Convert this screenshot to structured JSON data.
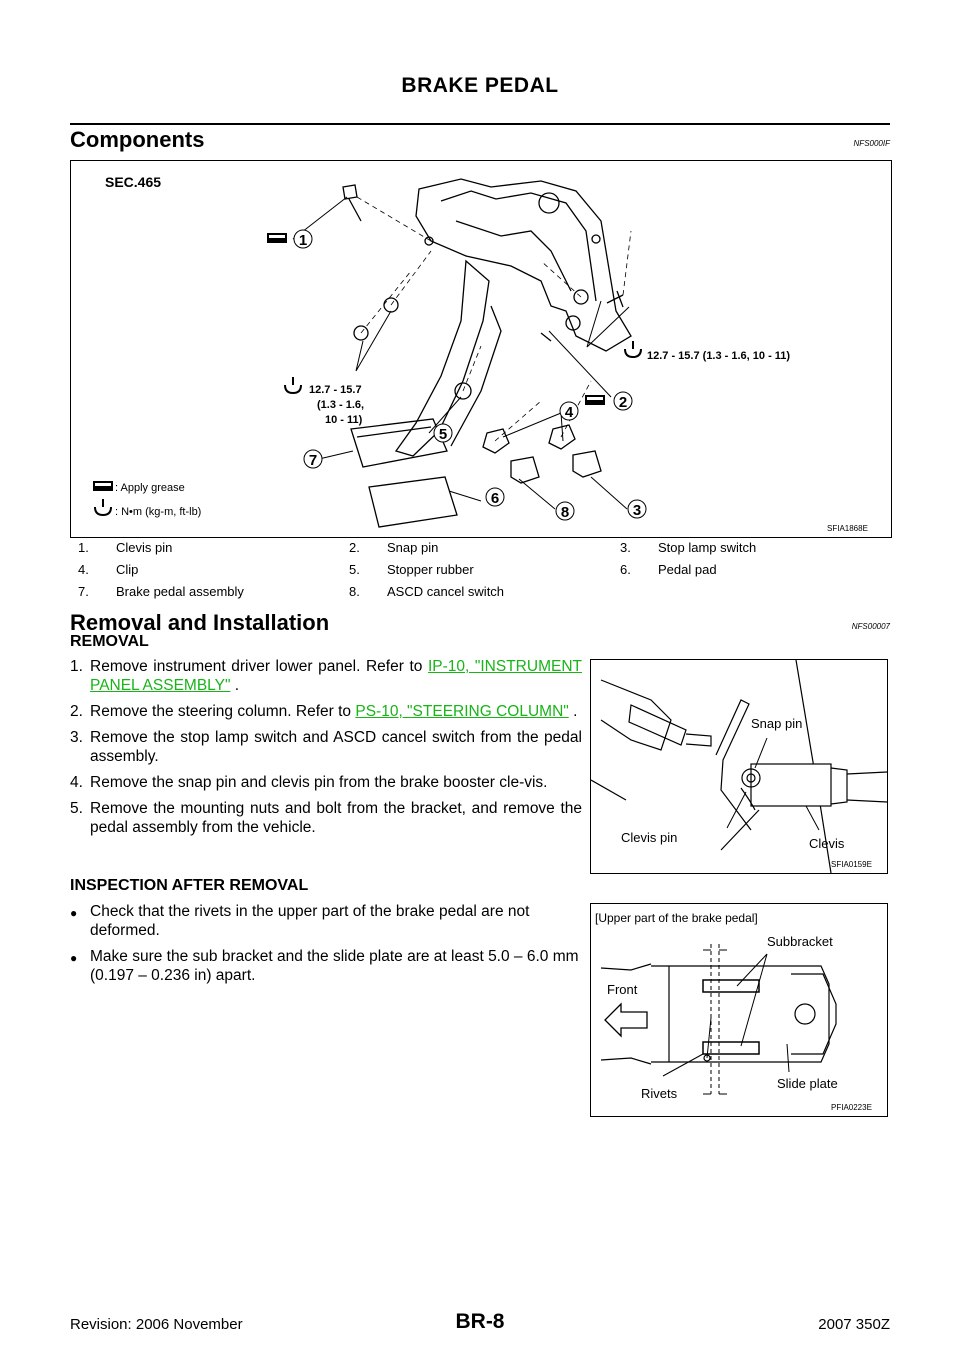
{
  "header": {
    "title": "BRAKE PEDAL"
  },
  "components": {
    "title": "Components",
    "code": "NFS000IF",
    "figure": {
      "sec": "SEC.465",
      "torque_right": "12.7 - 15.7 (1.3 - 1.6, 10 - 11)",
      "torque_left_1": "12.7 - 15.7",
      "torque_left_2": "(1.3 - 1.6,",
      "torque_left_3": "10 - 11)",
      "legend_grease": ": Apply grease",
      "legend_torque": ":  N•m  (kg-m,  ft-lb)",
      "callouts": [
        "1",
        "2",
        "3",
        "4",
        "5",
        "6",
        "7",
        "8"
      ],
      "id": "SFIA1868E"
    },
    "parts": [
      [
        "1.",
        "Clevis pin",
        "2.",
        "Snap pin",
        "3.",
        "Stop lamp switch"
      ],
      [
        "4.",
        "Clip",
        "5.",
        "Stopper rubber",
        "6.",
        "Pedal pad"
      ],
      [
        "7.",
        "Brake pedal assembly",
        "8.",
        "ASCD cancel switch",
        "",
        ""
      ]
    ]
  },
  "removal_installation": {
    "title": "Removal and Installation",
    "code": "NFS00007",
    "removal_heading": "REMOVAL",
    "steps": {
      "s1_num": "1.",
      "s1_pre": "Remove instrument driver lower panel. Refer to ",
      "s1_link": "IP-10, \"INSTRUMENT PANEL ASSEMBLY\"",
      "s1_post": " .",
      "s2_num": "2.",
      "s2_pre": "Remove the steering column. Refer to ",
      "s2_link": "PS-10, \"STEERING COLUMN\"",
      "s2_post": " .",
      "s3_num": "3.",
      "s3": "Remove the stop lamp switch and ASCD cancel switch from the pedal assembly.",
      "s4_num": "4.",
      "s4": "Remove the snap pin and clevis pin from the brake booster cle-vis.",
      "s5_num": "5.",
      "s5": "Remove the mounting nuts and bolt from the bracket, and remove the pedal assembly from the vehicle."
    },
    "figure2": {
      "snap_pin": "Snap pin",
      "clevis_pin": "Clevis pin",
      "clevis": "Clevis",
      "id": "SFIA0159E"
    },
    "inspection_heading": "INSPECTION AFTER REMOVAL",
    "bullets": [
      "Check that the rivets in the upper part of the brake pedal are not deformed.",
      "Make sure the sub bracket and the slide plate are at least 5.0 – 6.0 mm (0.197 – 0.236 in) apart."
    ],
    "figure3": {
      "caption": "[Upper part of the brake pedal]",
      "subbracket": "Subbracket",
      "front": "Front",
      "rivets": "Rivets",
      "slide_plate": "Slide plate",
      "id": "PFIA0223E"
    }
  },
  "footer": {
    "revision": "Revision: 2006 November",
    "page": "BR-8",
    "model": "2007 350Z"
  }
}
